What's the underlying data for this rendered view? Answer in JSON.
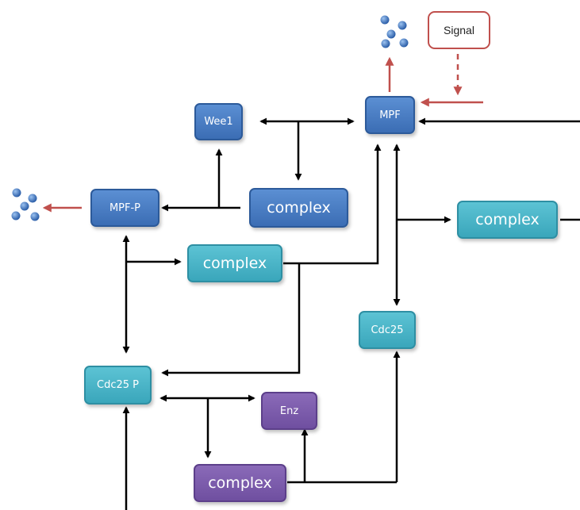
{
  "nodes": {
    "mpf": "MPF",
    "wee1": "Wee1",
    "mpf_p": "MPF-P",
    "complex_wee1": "complex",
    "complex_right": "complex",
    "complex_mid": "complex",
    "cdc25": "Cdc25",
    "cdc25_p": "Cdc25 P",
    "enz": "Enz",
    "complex_bottom": "complex"
  },
  "signal": "Signal",
  "colors": {
    "blue_node": "#4a7ec4",
    "cyan_node": "#4ab5c8",
    "purple_node": "#7b5aab",
    "signal_arrow": "#c0504d",
    "connector": "#000000",
    "molecule": "#3a6db5"
  }
}
